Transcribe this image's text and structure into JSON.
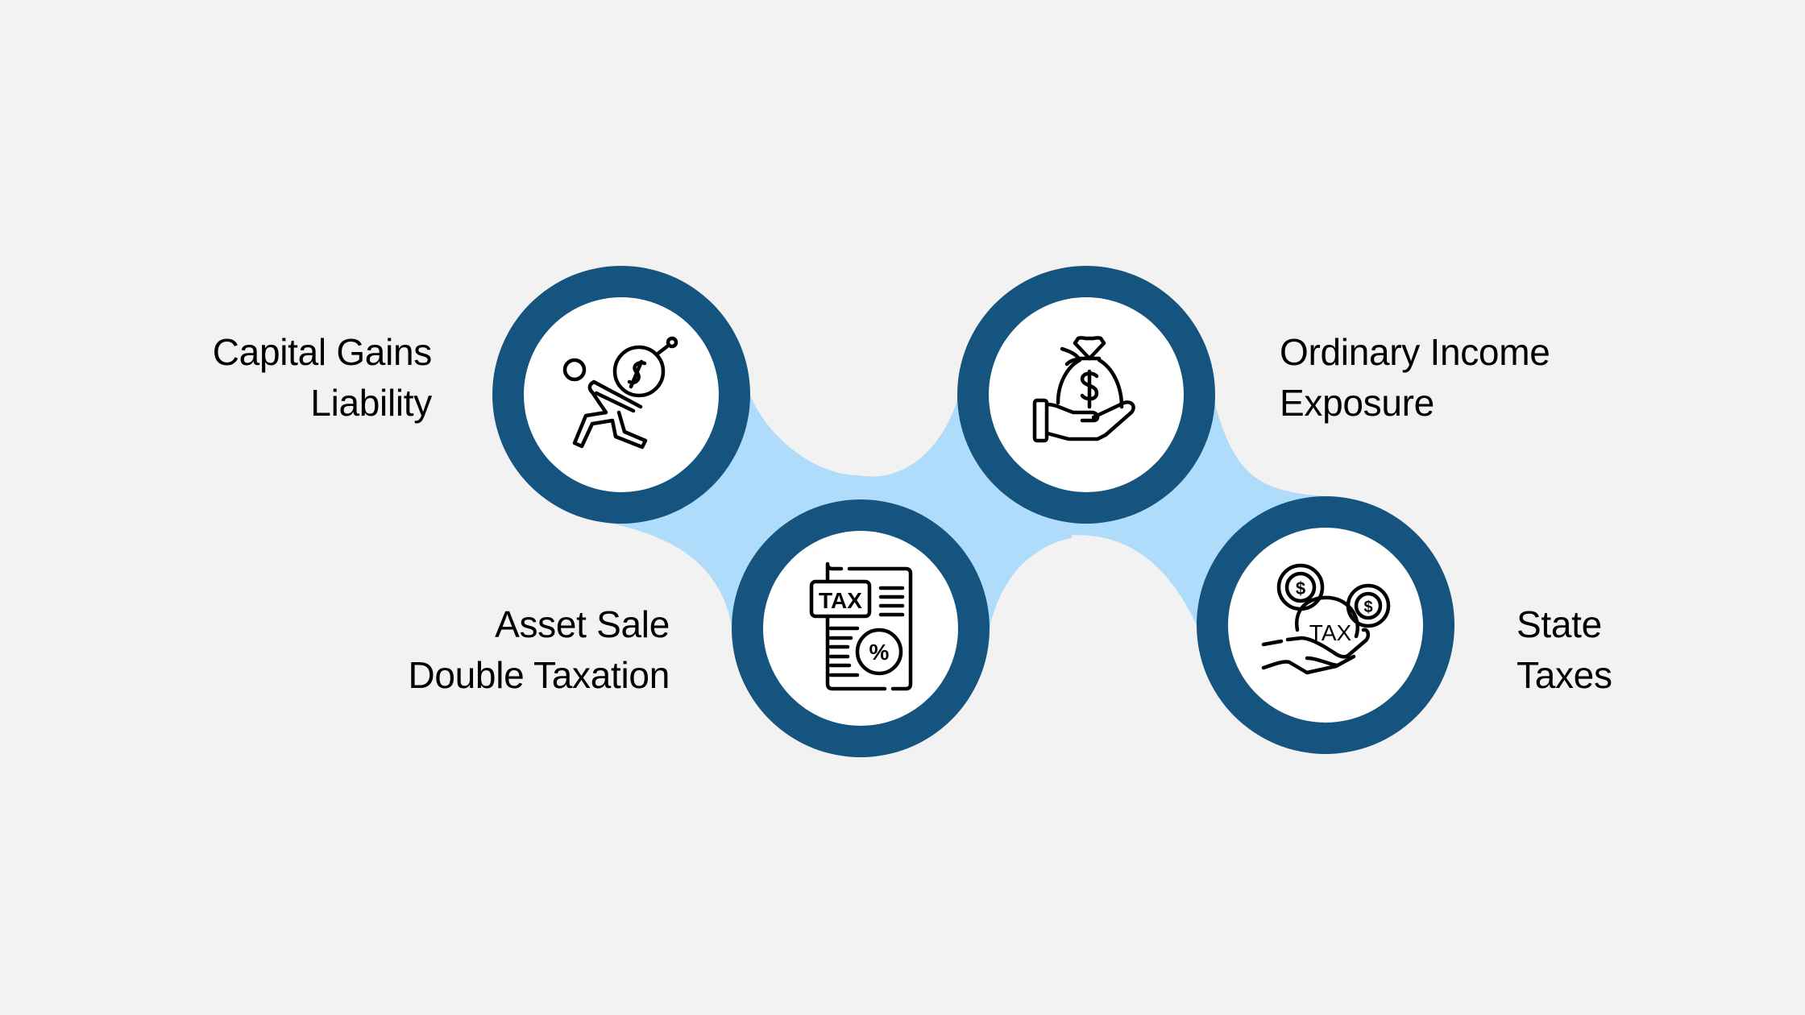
{
  "diagram": {
    "type": "connected-circles-process",
    "colors": {
      "background": "#f2f2f2",
      "connector": "#b0dcfb",
      "ring": "#14547f",
      "circle_fill": "#ffffff",
      "icon_stroke": "#000000",
      "text": "#000000"
    },
    "nodes": [
      {
        "id": "capital-gains",
        "icon": "person-pushing-money-ball-icon",
        "label_lines": [
          "Capital Gains",
          "Liability"
        ],
        "position": "top",
        "label_side": "left"
      },
      {
        "id": "asset-sale",
        "icon": "tax-document-percent-icon",
        "label_lines": [
          "Asset Sale",
          "Double Taxation"
        ],
        "position": "bottom",
        "label_side": "left"
      },
      {
        "id": "ordinary-income",
        "icon": "hand-holding-money-bag-icon",
        "label_lines": [
          "Ordinary Income",
          "Exposure"
        ],
        "position": "top",
        "label_side": "right"
      },
      {
        "id": "state-taxes",
        "icon": "hand-holding-tax-coins-icon",
        "label_lines": [
          "State",
          "Taxes"
        ],
        "position": "bottom",
        "label_side": "right"
      }
    ]
  }
}
